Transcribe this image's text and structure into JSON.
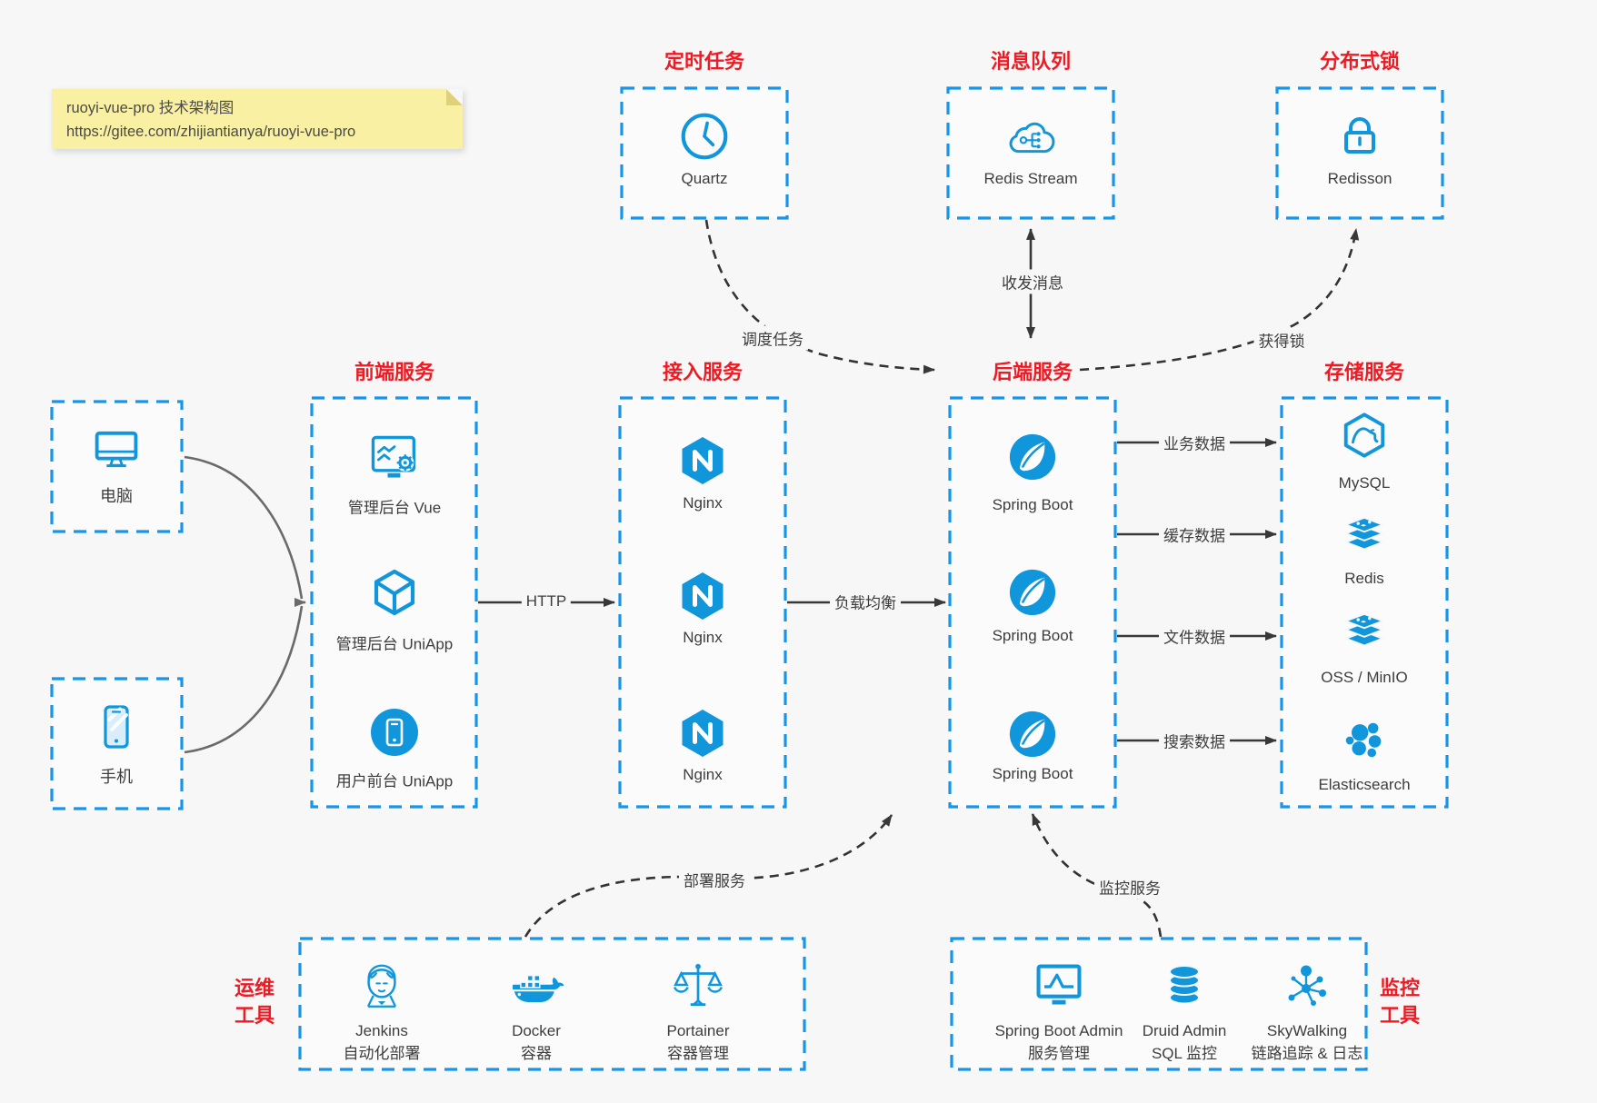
{
  "note": {
    "title": "ruoyi-vue-pro 技术架构图",
    "url": "https://gitee.com/zhijiantianya/ruoyi-vue-pro"
  },
  "colors": {
    "accent_blue": "#1296db",
    "box_border_blue": "#1695e9",
    "heading_red": "#ed1b23",
    "line_dark": "#383838",
    "line_gray": "#6a6a6a",
    "page_bg": "#f7f7f8",
    "note_bg": "#f9f0a3"
  },
  "top_services": [
    {
      "title": "定时任务",
      "label": "Quartz",
      "icon": "clock-icon"
    },
    {
      "title": "消息队列",
      "label": "Redis Stream",
      "icon": "mq-cloud-icon"
    },
    {
      "title": "分布式锁",
      "label": "Redisson",
      "icon": "lock-icon"
    }
  ],
  "clients": [
    {
      "label": "电脑",
      "icon": "desktop-icon"
    },
    {
      "label": "手机",
      "icon": "mobile-icon"
    }
  ],
  "service_groups": [
    {
      "title": "前端服务",
      "items": [
        {
          "label": "管理后台 Vue",
          "icon": "admin-vue-icon"
        },
        {
          "label": "管理后台 UniApp",
          "icon": "uniapp-cube-icon"
        },
        {
          "label": "用户前台 UniApp",
          "icon": "user-app-icon"
        }
      ]
    },
    {
      "title": "接入服务",
      "items": [
        {
          "label": "Nginx",
          "icon": "nginx-icon"
        },
        {
          "label": "Nginx",
          "icon": "nginx-icon"
        },
        {
          "label": "Nginx",
          "icon": "nginx-icon"
        }
      ]
    },
    {
      "title": "后端服务",
      "items": [
        {
          "label": "Spring Boot",
          "icon": "spring-boot-icon"
        },
        {
          "label": "Spring Boot",
          "icon": "spring-boot-icon"
        },
        {
          "label": "Spring Boot",
          "icon": "spring-boot-icon"
        }
      ]
    },
    {
      "title": "存储服务",
      "items": [
        {
          "label": "MySQL",
          "icon": "mysql-icon"
        },
        {
          "label": "Redis",
          "icon": "redis-stack-icon"
        },
        {
          "label": "OSS / MinIO",
          "icon": "oss-stack-icon"
        },
        {
          "label": "Elasticsearch",
          "icon": "elasticsearch-icon"
        }
      ]
    }
  ],
  "tool_groups": [
    {
      "title_lines": [
        "运维",
        "工具"
      ],
      "items": [
        {
          "name": "Jenkins",
          "desc": "自动化部署",
          "icon": "jenkins-icon"
        },
        {
          "name": "Docker",
          "desc": "容器",
          "icon": "docker-icon"
        },
        {
          "name": "Portainer",
          "desc": "容器管理",
          "icon": "portainer-icon"
        }
      ]
    },
    {
      "title_lines": [
        "监控",
        "工具"
      ],
      "items": [
        {
          "name": "Spring Boot Admin",
          "desc": "服务管理",
          "icon": "spring-boot-admin-icon"
        },
        {
          "name": "Druid Admin",
          "desc": "SQL 监控",
          "icon": "druid-icon"
        },
        {
          "name": "SkyWalking",
          "desc": "链路追踪 & 日志",
          "icon": "skywalking-icon"
        }
      ]
    }
  ],
  "edge_labels": {
    "http": "HTTP",
    "load_balance": "负载均衡",
    "business_data": "业务数据",
    "cache_data": "缓存数据",
    "file_data": "文件数据",
    "search_data": "搜索数据",
    "schedule_task": "调度任务",
    "send_receive_message": "收发消息",
    "acquire_lock": "获得锁",
    "deploy_service": "部署服务",
    "monitor_service": "监控服务"
  }
}
